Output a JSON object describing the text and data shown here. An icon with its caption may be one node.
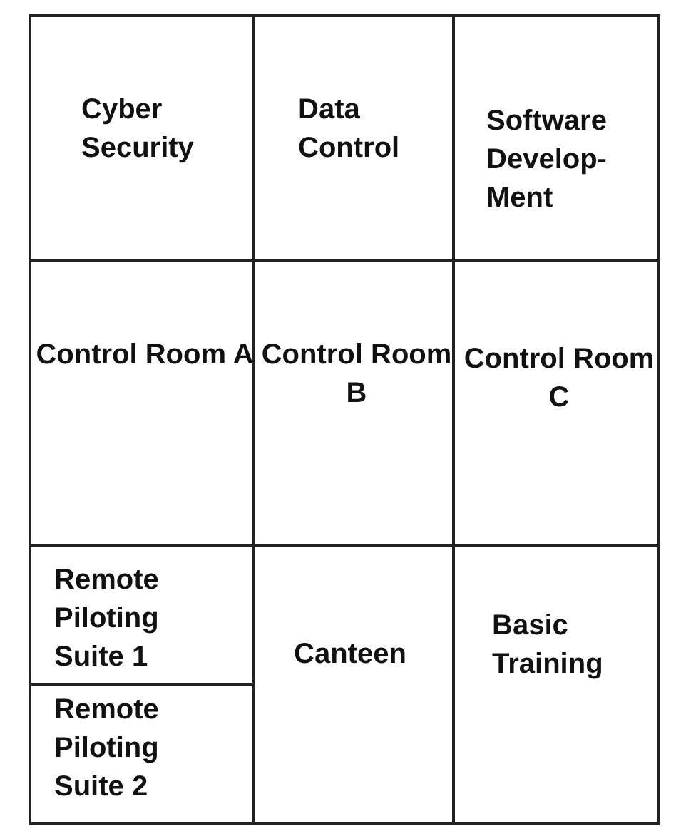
{
  "diagram": {
    "nodes": [
      {
        "text": [
          "Cyber Security"
        ]
      },
      {
        "text": [
          "Data Control"
        ]
      },
      {
        "text": [
          "Software Develop-Ment"
        ]
      },
      {
        "text": [
          "Control Room A"
        ]
      },
      {
        "text": [
          "Control Room B"
        ]
      },
      {
        "text": [
          "Control Room C"
        ]
      },
      {
        "text": [
          "Remote Piloting Suite 1"
        ]
      },
      {
        "text": [
          "Remote Piloting Suite 2"
        ]
      },
      {
        "text": [
          "Canteen"
        ]
      },
      {
        "text": [
          "Basic Training"
        ]
      }
    ]
  }
}
